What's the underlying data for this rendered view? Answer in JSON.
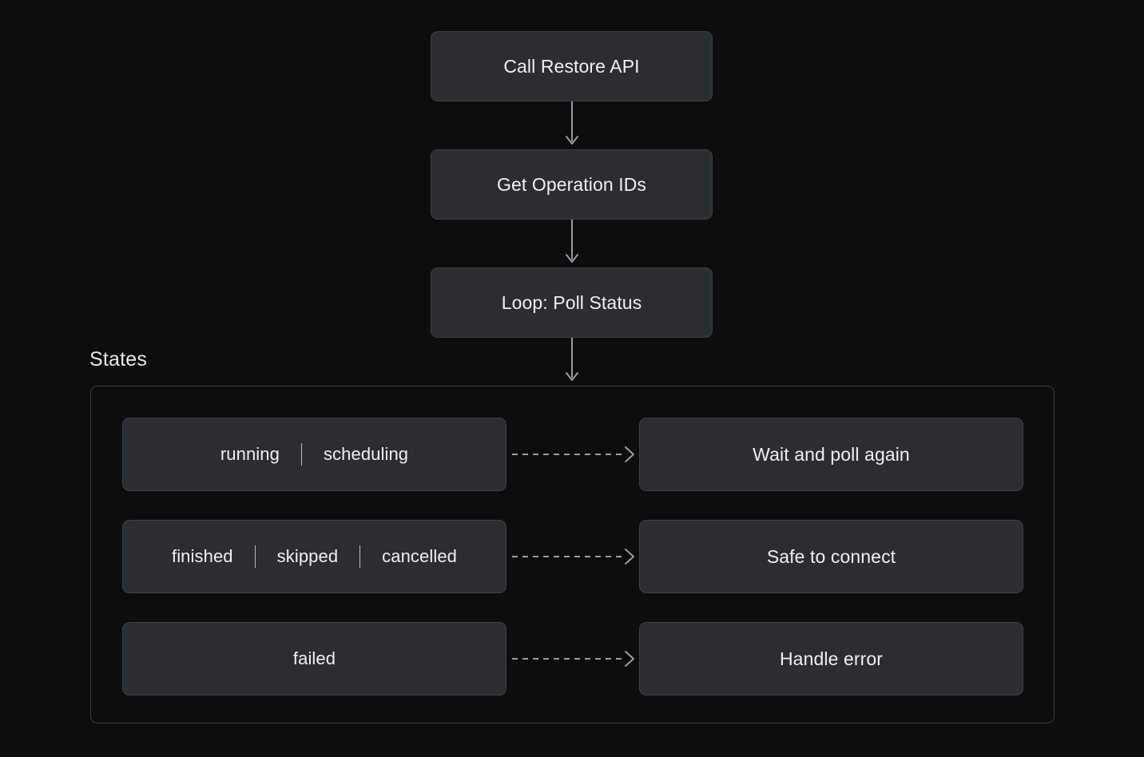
{
  "diagram": {
    "type": "flowchart",
    "background_color": "#0d0d0f",
    "node_fill_color": "#2b2d31",
    "node_border_color": "#3d4046",
    "text_color": "#f0f0f2",
    "connector_color": "#9a9ca1"
  },
  "flow": {
    "nodes": [
      {
        "label": "Call Restore API"
      },
      {
        "label": "Get Operation IDs"
      },
      {
        "label": "Loop: Poll Status"
      }
    ],
    "arrow_icon": "arrow-down-icon"
  },
  "states_group": {
    "label": "States",
    "rows": [
      {
        "states": [
          "running",
          "scheduling"
        ],
        "separator": "|",
        "outcome": "Wait and poll again",
        "arrow_icon": "dashed-arrow-right-icon"
      },
      {
        "states": [
          "finished",
          "skipped",
          "cancelled"
        ],
        "separator": "|",
        "outcome": "Safe to connect",
        "arrow_icon": "dashed-arrow-right-icon"
      },
      {
        "states": [
          "failed"
        ],
        "separator": "|",
        "outcome": "Handle error",
        "arrow_icon": "dashed-arrow-right-icon"
      }
    ]
  }
}
